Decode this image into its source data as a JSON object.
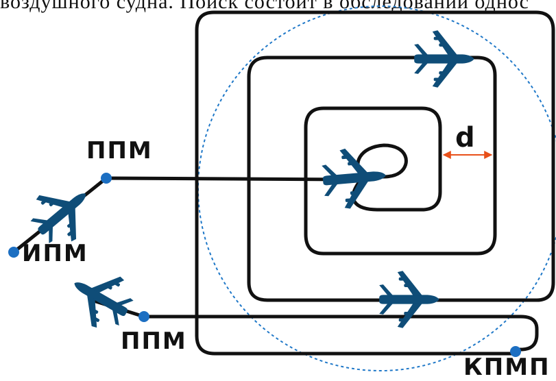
{
  "header_text": "воздушного судна. Поиск состоит в обследовании однос",
  "labels": {
    "ppm_top": "ППМ",
    "ipm": "ИПМ",
    "ppm_bottom": "ППМ",
    "kpmp": "КПМП",
    "d": "d"
  },
  "colors": {
    "path": "#111111",
    "aircraft": "#0f4d78",
    "waypoint": "#1c6fc2",
    "circle": "#1f78c8",
    "distance_arrow": "#e8501a"
  },
  "icons": [
    "aircraft-icon",
    "waypoint-marker",
    "distance-arrow-icon"
  ]
}
